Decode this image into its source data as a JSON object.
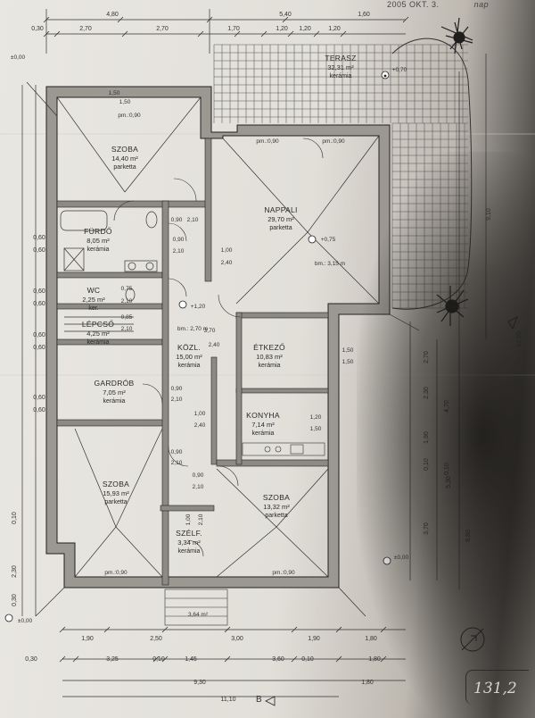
{
  "stamp": "2005 OKT. 3.",
  "stamp_tail": "nap",
  "handwritten_area": "131,2",
  "section_marker": "B",
  "rooms": [
    {
      "name": "SZOBA",
      "area": "14,40 m²",
      "material": "parketta",
      "floor": "pm.:0,90"
    },
    {
      "name": "FÜRDŐ",
      "area": "8,05 m²",
      "material": "kerámia"
    },
    {
      "name": "WC",
      "area": "2,25 m²",
      "material": "ker."
    },
    {
      "name": "LÉPCSŐ",
      "area": "4,25 m²",
      "material": "kerámia"
    },
    {
      "name": "GARDRÓB",
      "area": "7,05 m²",
      "material": "kerámia"
    },
    {
      "name": "SZOBA",
      "area": "15,93 m²",
      "material": "parketta",
      "floor": "pm.:0,90"
    },
    {
      "name": "SZÉLF.",
      "area": "3,34 m²",
      "material": "kerámia"
    },
    {
      "name": "SZOBA",
      "area": "13,32 m²",
      "material": "parketta",
      "floor": "pm.:0,90"
    },
    {
      "name": "KÖZL.",
      "area": "15,00 m²",
      "material": "kerámia",
      "height": "bm.: 2,70 m"
    },
    {
      "name": "ÉTKEZŐ",
      "area": "10,83 m²",
      "material": "kerámia"
    },
    {
      "name": "KONYHA",
      "area": "7,14 m²",
      "material": "kerámia"
    },
    {
      "name": "NAPPALI",
      "area": "29,70 m²",
      "material": "parketta",
      "height": "bm.: 3,15 m",
      "floor": "pm.:0,90"
    },
    {
      "name": "TERASZ",
      "area": "32,31 m²",
      "material": "kerámia"
    }
  ],
  "levels": {
    "terrace": "+0,70",
    "living": "+0,75",
    "corridor": "+1,20",
    "ground_left": "±0,00",
    "ground_right": "±0,00",
    "ground_bottom": "±0,00",
    "entry_area": "3,64 m²"
  },
  "dims_top_1": [
    "4,80",
    "5,40",
    "1,60"
  ],
  "dims_top_2": [
    "0,30",
    "2,70",
    "2,70",
    "1,70",
    "1,20",
    "1,20",
    "1,20"
  ],
  "dims_bottom_1": [
    "1,90",
    "2,50",
    "3,00",
    "1,90",
    "1,80"
  ],
  "dims_bottom_2": [
    "0,30",
    "3,25",
    "0,10",
    "1,45",
    "3,60",
    "0,10",
    "1,80"
  ],
  "dims_bottom_3": [
    "9,30",
    "1,80"
  ],
  "dims_bottom_total": "11,10",
  "dims_right": [
    "2,70",
    "2,30",
    "4,70",
    "1,90",
    "0,10",
    "3,70",
    "8,80",
    "5,30",
    "0,10",
    "9,10",
    "13,90"
  ],
  "dims_left": [
    "0,60",
    "0,60",
    "0,60",
    "0,60",
    "0,60",
    "0,60",
    "0,60",
    "0,60",
    "2,30",
    "0,10",
    "0,30"
  ],
  "openings": [
    "1,50",
    "1,50",
    "0,90",
    "2,10",
    "0,90",
    "2,10",
    "0,75",
    "2,10",
    "0,85",
    "2,10",
    "0,90",
    "2,10",
    "1,00",
    "2,40",
    "0,90",
    "2,10",
    "0,90",
    "2,10",
    "1,00",
    "2,10",
    "1,50",
    "1,50",
    "1,20",
    "1,50",
    "1,00",
    "2,40",
    "3,70",
    "2,40"
  ]
}
